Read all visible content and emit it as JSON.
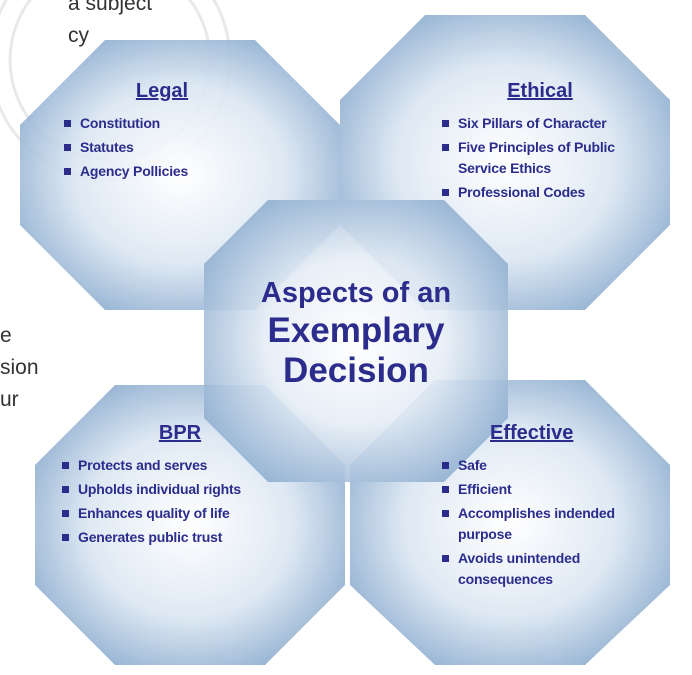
{
  "background_text": {
    "top_left": [
      "a subject",
      "cy"
    ],
    "left_middle": [
      "e",
      "sion",
      "ur"
    ]
  },
  "center": {
    "line1": "Aspects of an",
    "line2": "Exemplary",
    "line3": "Decision"
  },
  "legal": {
    "title": "Legal",
    "items": [
      "Constitution",
      "Statutes",
      "Agency Pollicies"
    ]
  },
  "ethical": {
    "title": "Ethical",
    "items": [
      "Six Pillars of Character",
      "Five Principles of Public Service Ethics",
      "Professional Codes"
    ]
  },
  "bpr": {
    "title": "BPR",
    "items": [
      "Protects and serves",
      "Upholds individual rights",
      "Enhances quality of life",
      "Generates public trust"
    ]
  },
  "effective": {
    "title": "Effective",
    "items": [
      "Safe",
      "Efficient",
      "Accomplishes indended purpose",
      "Avoids unintended consequences"
    ]
  },
  "colors": {
    "text": "#2b2c8c",
    "fill_center": "#ffffff",
    "fill_edge": "#7fa3c9"
  }
}
